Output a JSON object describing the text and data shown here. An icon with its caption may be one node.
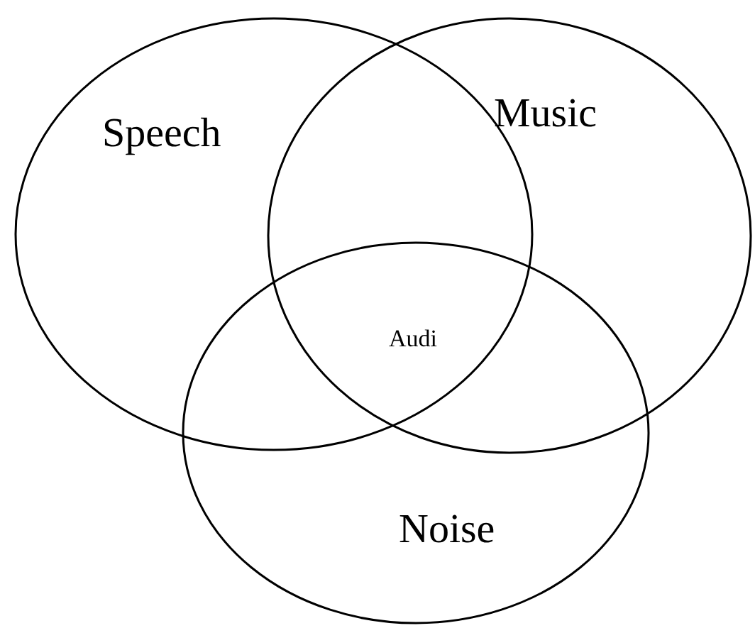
{
  "diagram": {
    "nodes": [
      {
        "text": [
          "Speech"
        ]
      },
      {
        "text": [
          "Music"
        ]
      },
      {
        "text": [
          "Noise"
        ]
      }
    ],
    "edges": [],
    "labels": [
      "Audi"
    ]
  }
}
